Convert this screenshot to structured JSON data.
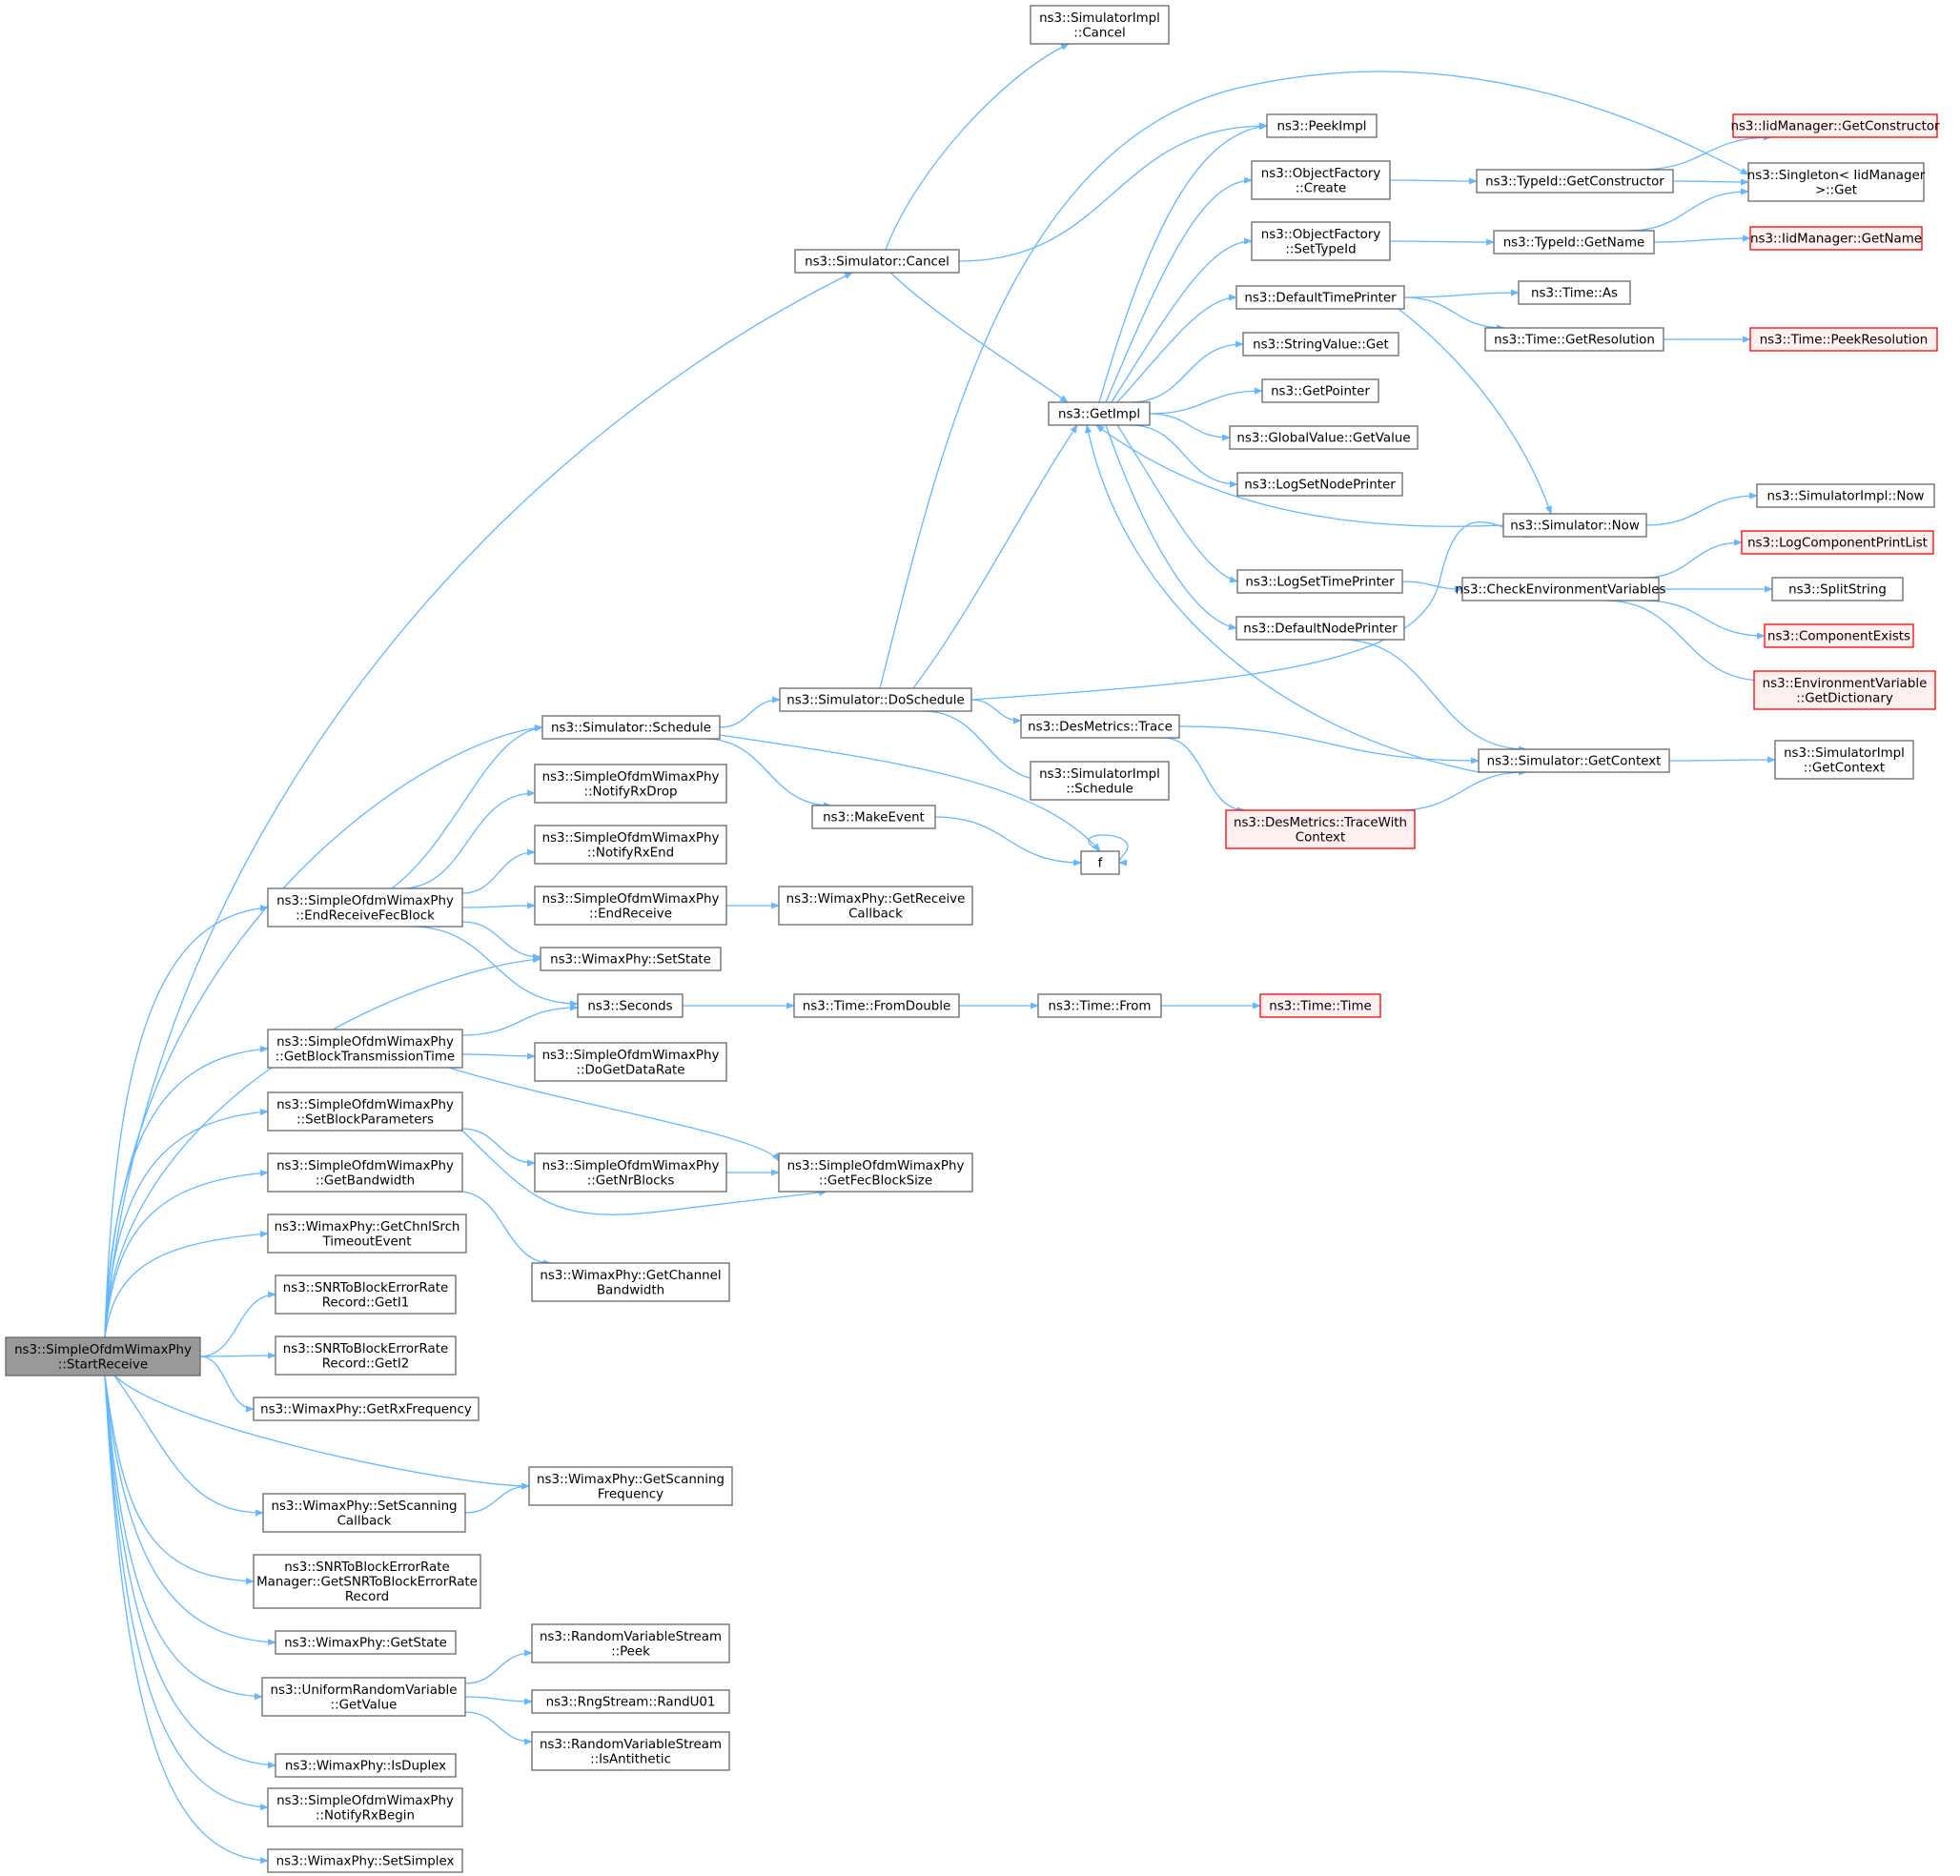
{
  "colors": {
    "edge": "#63b8ff",
    "node_border": "#666666",
    "node_fill": "#ffffff",
    "focus_fill": "#999999",
    "focus_border": "#666666",
    "red_border": "#ff0000",
    "red_fill": "#fff0f0",
    "text": "#000000"
  },
  "nodes": {
    "start": {
      "lines": [
        "ns3::SimpleOfdmWimaxPhy",
        "::StartReceive"
      ]
    },
    "simImplCancel": {
      "lines": [
        "ns3::SimulatorImpl",
        "::Cancel"
      ]
    },
    "simCancel": {
      "lines": [
        "ns3::Simulator::Cancel"
      ]
    },
    "peekImpl": {
      "lines": [
        "ns3::PeekImpl"
      ]
    },
    "objCreate": {
      "lines": [
        "ns3::ObjectFactory",
        "::Create"
      ]
    },
    "objSetTypeId": {
      "lines": [
        "ns3::ObjectFactory",
        "::SetTypeId"
      ]
    },
    "typeIdGetCons": {
      "lines": [
        "ns3::TypeId::GetConstructor"
      ]
    },
    "typeIdGetName": {
      "lines": [
        "ns3::TypeId::GetName"
      ]
    },
    "iidGetCons": {
      "lines": [
        "ns3::IidManager::GetConstructor"
      ]
    },
    "singletonGet": {
      "lines": [
        "ns3::Singleton< IidManager",
        ">::Get"
      ]
    },
    "iidGetName": {
      "lines": [
        "ns3::IidManager::GetName"
      ]
    },
    "defTimePrinter": {
      "lines": [
        "ns3::DefaultTimePrinter"
      ]
    },
    "timeAs": {
      "lines": [
        "ns3::Time::As"
      ]
    },
    "timeGetRes": {
      "lines": [
        "ns3::Time::GetResolution"
      ]
    },
    "timePeekRes": {
      "lines": [
        "ns3::Time::PeekResolution"
      ]
    },
    "strValGet": {
      "lines": [
        "ns3::StringValue::Get"
      ]
    },
    "getImpl": {
      "lines": [
        "ns3::GetImpl"
      ]
    },
    "getPointer": {
      "lines": [
        "ns3::GetPointer"
      ]
    },
    "globalValGet": {
      "lines": [
        "ns3::GlobalValue::GetValue"
      ]
    },
    "logSetNode": {
      "lines": [
        "ns3::LogSetNodePrinter"
      ]
    },
    "simImplNow": {
      "lines": [
        "ns3::SimulatorImpl::Now"
      ]
    },
    "simNow": {
      "lines": [
        "ns3::Simulator::Now"
      ]
    },
    "logCompPrint": {
      "lines": [
        "ns3::LogComponentPrintList"
      ]
    },
    "logSetTime": {
      "lines": [
        "ns3::LogSetTimePrinter"
      ]
    },
    "checkEnv": {
      "lines": [
        "ns3::CheckEnvironmentVariables"
      ]
    },
    "splitString": {
      "lines": [
        "ns3::SplitString"
      ]
    },
    "compExists": {
      "lines": [
        "ns3::ComponentExists"
      ]
    },
    "defNodePrinter": {
      "lines": [
        "ns3::DefaultNodePrinter"
      ]
    },
    "envVarDict": {
      "lines": [
        "ns3::EnvironmentVariable",
        "::GetDictionary"
      ]
    },
    "simDoSchedule": {
      "lines": [
        "ns3::Simulator::DoSchedule"
      ]
    },
    "simSchedule": {
      "lines": [
        "ns3::Simulator::Schedule"
      ]
    },
    "desTrace": {
      "lines": [
        "ns3::DesMetrics::Trace"
      ]
    },
    "simGetContext": {
      "lines": [
        "ns3::Simulator::GetContext"
      ]
    },
    "simImplGetContext": {
      "lines": [
        "ns3::SimulatorImpl",
        "::GetContext"
      ]
    },
    "simImplSchedule": {
      "lines": [
        "ns3::SimulatorImpl",
        "::Schedule"
      ]
    },
    "notifyRxDrop": {
      "lines": [
        "ns3::SimpleOfdmWimaxPhy",
        "::NotifyRxDrop"
      ]
    },
    "makeEvent": {
      "lines": [
        "ns3::MakeEvent"
      ]
    },
    "desTraceCtx": {
      "lines": [
        "ns3::DesMetrics::TraceWith",
        "Context"
      ]
    },
    "notifyRxEnd": {
      "lines": [
        "ns3::SimpleOfdmWimaxPhy",
        "::NotifyRxEnd"
      ]
    },
    "f": {
      "lines": [
        "f"
      ]
    },
    "endRecvFec": {
      "lines": [
        "ns3::SimpleOfdmWimaxPhy",
        "::EndReceiveFecBlock"
      ]
    },
    "endReceive": {
      "lines": [
        "ns3::SimpleOfdmWimaxPhy",
        "::EndReceive"
      ]
    },
    "getRecvCb": {
      "lines": [
        "ns3::WimaxPhy::GetReceive",
        "Callback"
      ]
    },
    "setState": {
      "lines": [
        "ns3::WimaxPhy::SetState"
      ]
    },
    "seconds": {
      "lines": [
        "ns3::Seconds"
      ]
    },
    "timeFromDouble": {
      "lines": [
        "ns3::Time::FromDouble"
      ]
    },
    "timeFrom": {
      "lines": [
        "ns3::Time::From"
      ]
    },
    "timeTime": {
      "lines": [
        "ns3::Time::Time"
      ]
    },
    "getBlockTx": {
      "lines": [
        "ns3::SimpleOfdmWimaxPhy",
        "::GetBlockTransmissionTime"
      ]
    },
    "doGetDataRate": {
      "lines": [
        "ns3::SimpleOfdmWimaxPhy",
        "::DoGetDataRate"
      ]
    },
    "setBlockParams": {
      "lines": [
        "ns3::SimpleOfdmWimaxPhy",
        "::SetBlockParameters"
      ]
    },
    "getNrBlocks": {
      "lines": [
        "ns3::SimpleOfdmWimaxPhy",
        "::GetNrBlocks"
      ]
    },
    "getFecBlock": {
      "lines": [
        "ns3::SimpleOfdmWimaxPhy",
        "::GetFecBlockSize"
      ]
    },
    "getBandwidth": {
      "lines": [
        "ns3::SimpleOfdmWimaxPhy",
        "::GetBandwidth"
      ]
    },
    "getChnlSrch": {
      "lines": [
        "ns3::WimaxPhy::GetChnlSrch",
        "TimeoutEvent"
      ]
    },
    "getChanBw": {
      "lines": [
        "ns3::WimaxPhy::GetChannel",
        "Bandwidth"
      ]
    },
    "snrGetI1": {
      "lines": [
        "ns3::SNRToBlockErrorRate",
        "Record::GetI1"
      ]
    },
    "snrGetI2": {
      "lines": [
        "ns3::SNRToBlockErrorRate",
        "Record::GetI2"
      ]
    },
    "getRxFreq": {
      "lines": [
        "ns3::WimaxPhy::GetRxFrequency"
      ]
    },
    "getScanFreq": {
      "lines": [
        "ns3::WimaxPhy::GetScanning",
        "Frequency"
      ]
    },
    "setScanCb": {
      "lines": [
        "ns3::WimaxPhy::SetScanning",
        "Callback"
      ]
    },
    "snrMgr": {
      "lines": [
        "ns3::SNRToBlockErrorRate",
        "Manager::GetSNRToBlockErrorRate",
        "Record"
      ]
    },
    "getState": {
      "lines": [
        "ns3::WimaxPhy::GetState"
      ]
    },
    "rvsPeek": {
      "lines": [
        "ns3::RandomVariableStream",
        "::Peek"
      ]
    },
    "uniformGetValue": {
      "lines": [
        "ns3::UniformRandomVariable",
        "::GetValue"
      ]
    },
    "rngRandU01": {
      "lines": [
        "ns3::RngStream::RandU01"
      ]
    },
    "rvsIsAnti": {
      "lines": [
        "ns3::RandomVariableStream",
        "::IsAntithetic"
      ]
    },
    "isDuplex": {
      "lines": [
        "ns3::WimaxPhy::IsDuplex"
      ]
    },
    "notifyRxBegin": {
      "lines": [
        "ns3::SimpleOfdmWimaxPhy",
        "::NotifyRxBegin"
      ]
    },
    "setSimplex": {
      "lines": [
        "ns3::WimaxPhy::SetSimplex"
      ]
    }
  }
}
